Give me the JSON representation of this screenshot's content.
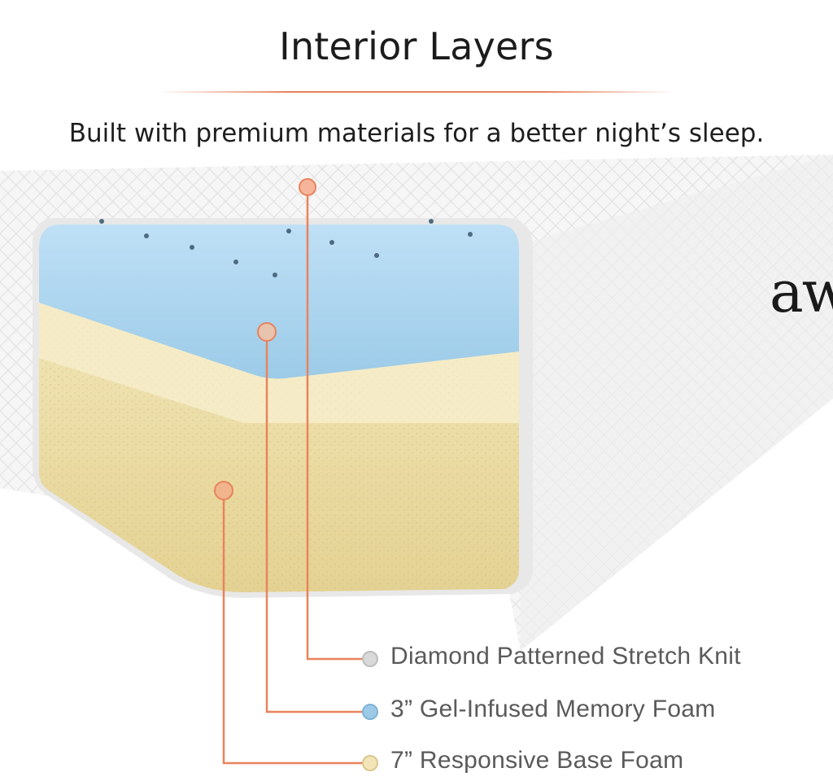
{
  "header": {
    "title": "Interior Layers",
    "subtitle": "Built with premium materials for a better night’s sleep."
  },
  "brand": {
    "text": "aw"
  },
  "layers": [
    {
      "label": "Diamond Patterned Stretch Knit",
      "swatch": "#d9d9d9"
    },
    {
      "label": "3” Gel-Infused Memory Foam",
      "swatch": "#9ccbe8"
    },
    {
      "label": "7” Responsive Base Foam",
      "swatch": "#f3e5b7"
    }
  ],
  "colors": {
    "accent": "#e9835c",
    "cover": "#f4f4f4",
    "gel_foam": "#a9d3ef",
    "transition_foam": "#f5ecc7",
    "base_foam": "#e9d9a2"
  }
}
